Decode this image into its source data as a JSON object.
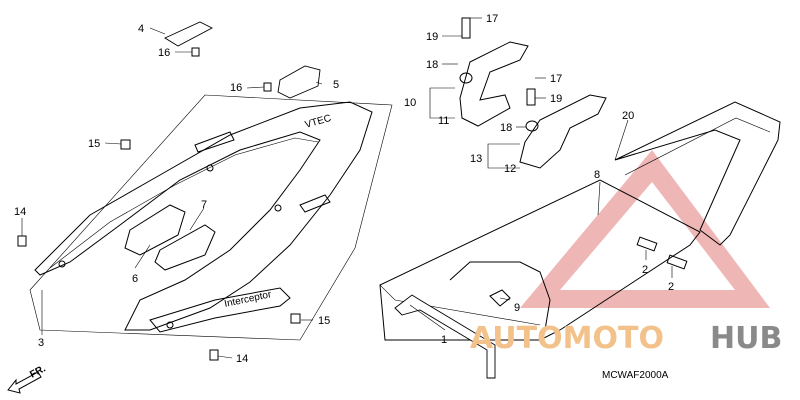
{
  "diagram": {
    "code": "MCWAF2000A",
    "direction_label": "FR.",
    "seat_badge_text": "VTEC",
    "cowl_badge_text": "Interceptor"
  },
  "callouts": {
    "c1": "1",
    "c2a": "2",
    "c2b": "2",
    "c3": "3",
    "c4": "4",
    "c5": "5",
    "c6": "6",
    "c7": "7",
    "c8": "8",
    "c9": "9",
    "c10": "10",
    "c11": "11",
    "c12": "12",
    "c13": "13",
    "c14a": "14",
    "c14b": "14",
    "c15a": "15",
    "c15b": "15",
    "c16a": "16",
    "c16b": "16",
    "c17a": "17",
    "c17b": "17",
    "c18a": "18",
    "c18b": "18",
    "c19a": "19",
    "c19b": "19",
    "c20": "20"
  },
  "watermark": {
    "part1": "AUTOMOTO",
    "part2": "HUB",
    "color1": "#f2c28a",
    "color2": "#8a8a8a",
    "triangle_color": "#e06060"
  }
}
